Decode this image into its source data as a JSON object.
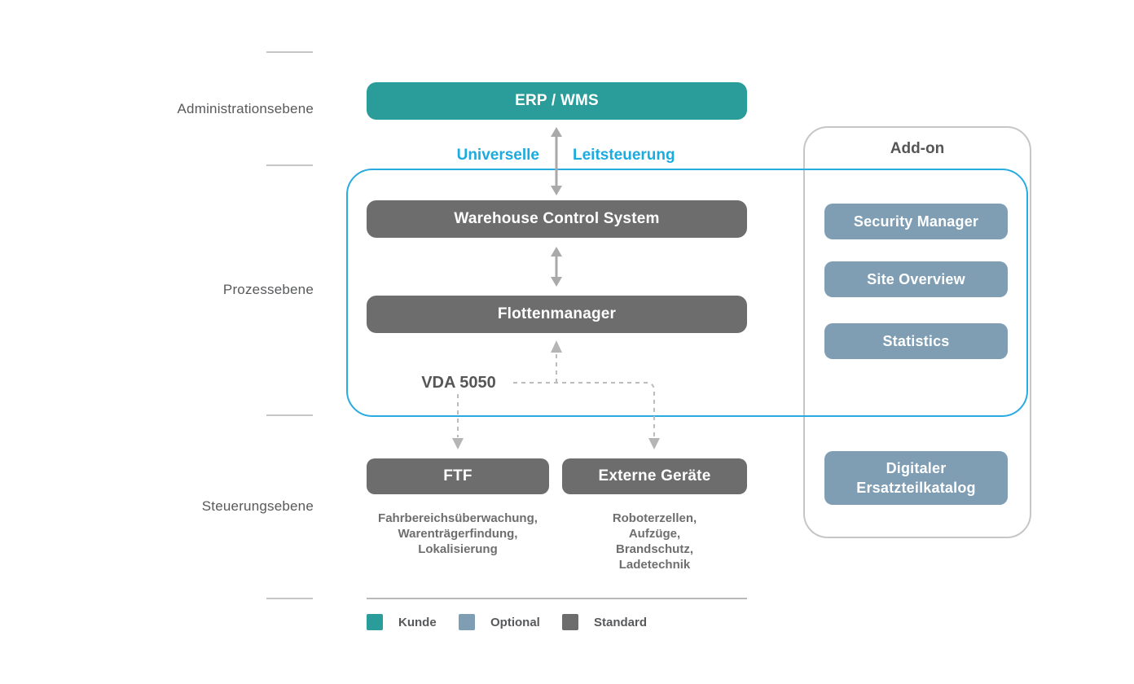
{
  "diagram": {
    "levels": {
      "administration": "Administrationsebene",
      "process": "Prozessebene",
      "control": "Steuerungsebene"
    },
    "nodes": {
      "erp": "ERP / WMS",
      "wcs": "Warehouse Control System",
      "fleet_manager": "Flottenmanager",
      "ftf": "FTF",
      "external_devices": "Externe Geräte"
    },
    "connection": {
      "label_left": "Universelle",
      "label_right": "Leitsteuerung"
    },
    "protocol": "VDA 5050",
    "ftf_notes": [
      "Fahrbereichsüberwachung,",
      "Warenträgerfindung,",
      "Lokalisierung"
    ],
    "external_notes": [
      "Roboterzellen,",
      "Aufzüge,",
      "Brandschutz,",
      "Ladetechnik"
    ],
    "addon": {
      "title": "Add-on",
      "items": [
        "Security Manager",
        "Site Overview",
        "Statistics",
        "Digitaler Ersatzteilkatalog"
      ]
    },
    "legend": {
      "items": [
        {
          "label": "Kunde",
          "color": "#2a9d9a"
        },
        {
          "label": "Optional",
          "color": "#7f9eb4"
        },
        {
          "label": "Standard",
          "color": "#6d6d6d"
        }
      ]
    },
    "colors": {
      "customer_teal": "#2a9d9a",
      "optional_blue_gray": "#7f9eb4",
      "standard_dark_gray": "#6d6d6d",
      "accent_blue": "#29abe2",
      "label_gray": "#58595b"
    }
  }
}
